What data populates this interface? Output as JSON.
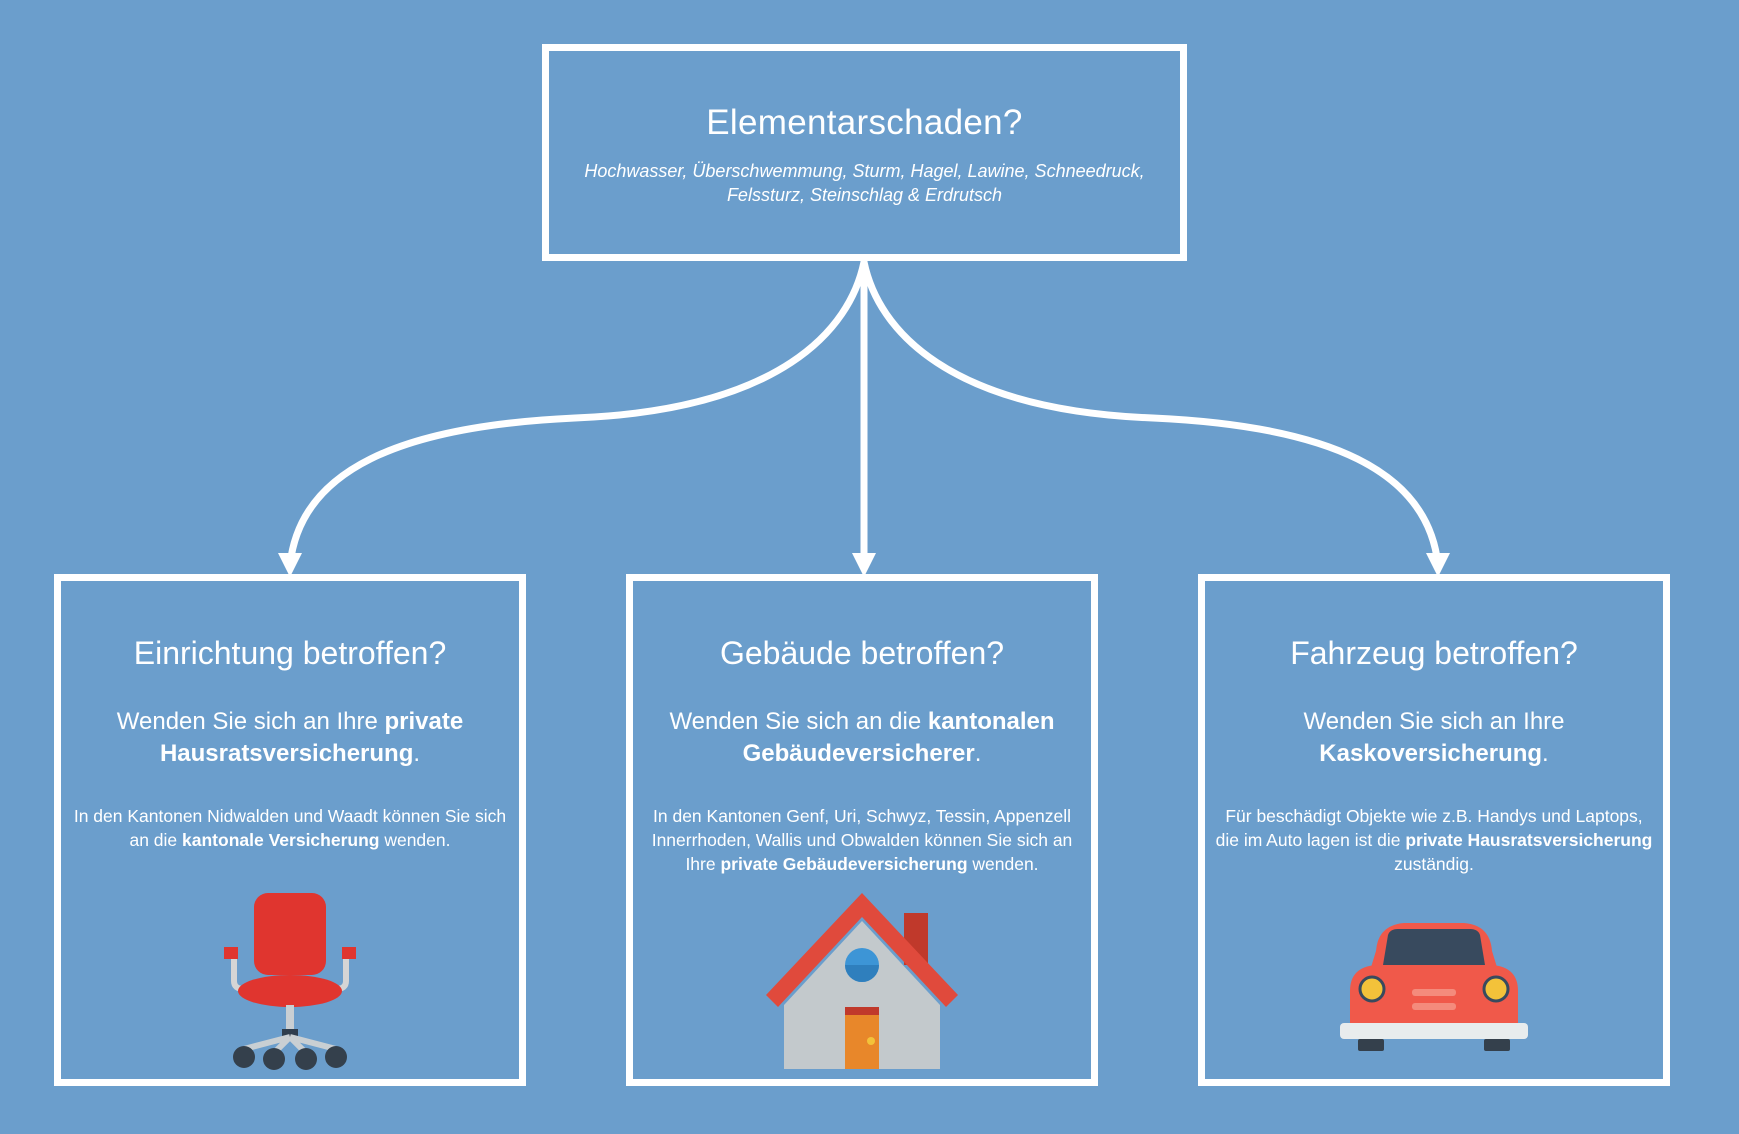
{
  "top": {
    "title": "Elementarschaden?",
    "subtitle_line1": "Hochwasser, Überschwemmung, Sturm, Hagel, Lawine, Schneedruck,",
    "subtitle_line2": "Felssturz, Steinschlag & Erdrutsch"
  },
  "cards": [
    {
      "title": "Einrichtung betroffen?",
      "lead_pre": "Wenden Sie sich an Ihre ",
      "lead_bold": "private Hausratsversicherung",
      "lead_post": ".",
      "note_pre": "In den Kantonen Nidwalden und Waadt können Sie sich an die ",
      "note_bold": "kantonale Versicherung",
      "note_post": " wenden.",
      "icon": "office-chair-icon"
    },
    {
      "title": "Gebäude betroffen?",
      "lead_pre": "Wenden Sie sich an die ",
      "lead_bold": "kantonalen Gebäudeversicherer",
      "lead_post": ".",
      "note_pre": "In den Kantonen Genf, Uri, Schwyz,  Tessin, Appenzell Innerrhoden, Wallis und Obwalden können Sie sich an Ihre ",
      "note_bold": "private Gebäudeversicherung",
      "note_post": " wenden.",
      "icon": "house-icon"
    },
    {
      "title": "Fahrzeug betroffen?",
      "lead_pre": "Wenden Sie sich an Ihre ",
      "lead_bold": "Kaskoversicherung",
      "lead_post": ".",
      "note_pre": "Für beschädigt Objekte wie z.B. Handys und Laptops, die im Auto lagen ist die ",
      "note_bold": "private Hausratsversicherung",
      "note_post": " zuständig.",
      "icon": "car-icon"
    }
  ],
  "colors": {
    "background": "#6b9ecc",
    "border": "#ffffff",
    "chair": "#e0352f",
    "roof": "#e04a3c",
    "house_wall": "#c3c9cc",
    "door": "#e8872a",
    "window": "#3d95d6",
    "car_body": "#f0594a",
    "car_glass": "#384a5e"
  }
}
